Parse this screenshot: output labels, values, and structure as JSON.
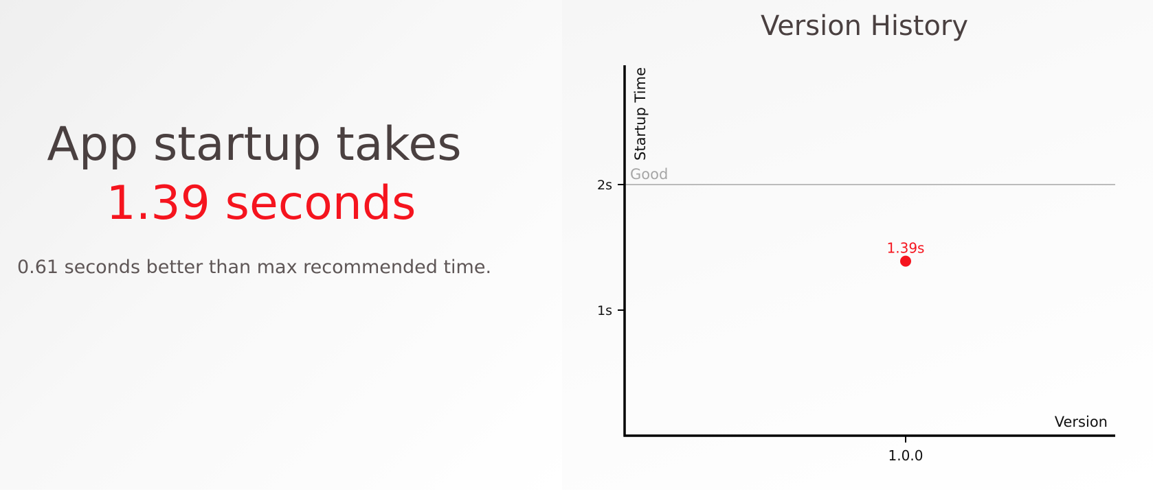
{
  "summary": {
    "headline": "App startup takes",
    "value_text": "1.39 seconds",
    "comparison": "0.61 seconds better than max recommended time."
  },
  "colors": {
    "accent": "#f5141e",
    "text_dark": "#4a4040",
    "text_muted": "#5e5656",
    "threshold": "#a6a6a6",
    "axis": "#000000"
  },
  "chart_data": {
    "type": "scatter",
    "title": "Version History",
    "xlabel": "Version",
    "ylabel": "Startup Time",
    "categories": [
      "1.0.0"
    ],
    "series": [
      {
        "values": [
          1.39
        ],
        "labels": [
          "1.39s"
        ]
      }
    ],
    "ylim": [
      0,
      2.95
    ],
    "yticks": [
      {
        "value": 1,
        "label": "1s"
      },
      {
        "value": 2,
        "label": "2s"
      }
    ],
    "threshold": {
      "value": 2,
      "label": "Good"
    },
    "grid": false,
    "legend": "none"
  }
}
